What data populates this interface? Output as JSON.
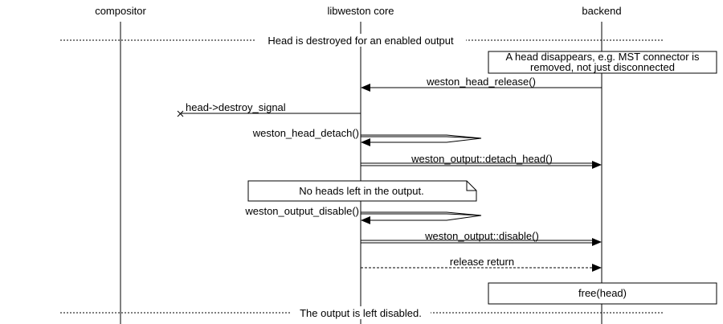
{
  "participants": {
    "compositor": "compositor",
    "core": "libweston core",
    "backend": "backend"
  },
  "dividers": {
    "top": "Head is destroyed for an enabled output",
    "bottom": "The output is left disabled."
  },
  "notes": {
    "disappear_line1": "A head disappears, e.g. MST connector is",
    "disappear_line2": "removed, not just disconnected",
    "no_heads": "No heads left in the output.",
    "free_head": "free(head)"
  },
  "messages": {
    "head_release": "weston_head_release()",
    "destroy_signal": "head->destroy_signal",
    "head_detach": "weston_head_detach()",
    "output_detach_head": "weston_output::detach_head()",
    "output_disable": "weston_output_disable()",
    "output_disable_method": "weston_output::disable()",
    "release_return": "release return"
  }
}
